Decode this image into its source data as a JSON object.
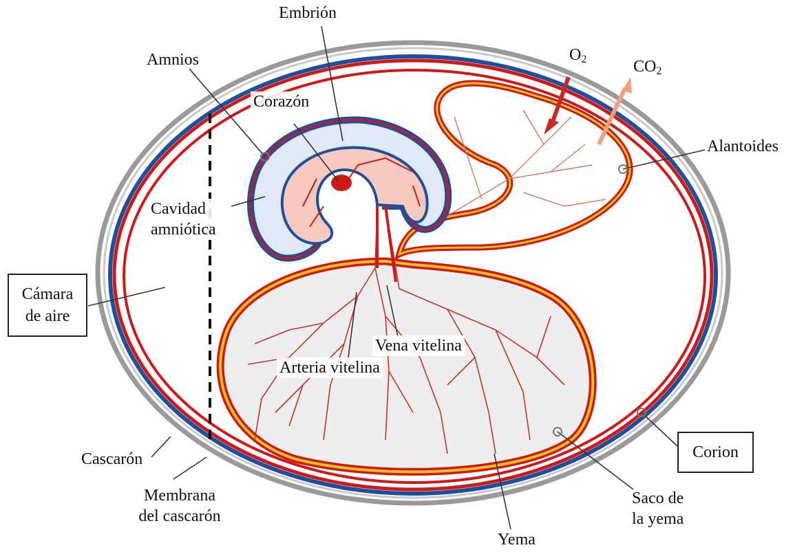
{
  "labels": {
    "embrion": "Embrión",
    "amnios": "Amnios",
    "corazon": "Corazón",
    "o2_base": "O",
    "o2_sub": "2",
    "co2_base": "CO",
    "co2_sub": "2",
    "alantoides": "Alantoides",
    "cavidad_amniotica": "Cavidad\namniótica",
    "camara_de_aire": "Cámara\nde aire",
    "vena_vitelina": "Vena vitelina",
    "arteria_vitelina": "Arteria vitelina",
    "cascaron": "Cascarón",
    "membrana_del_cascaron": "Membrana\ndel cascarón",
    "corion": "Corion",
    "saco_de_la_yema": "Saco de\nla yema",
    "yema": "Yema"
  },
  "colors": {
    "shell_gray": "#9a9a9a",
    "membrane_blue": "#1e4f9c",
    "vessel_red": "#d01818",
    "yolk_sac_yellow": "#e8c21e",
    "amniotic_fluid": "#dfe9f7",
    "yolk_fill": "#eeeeee",
    "embryo_pink": "#f7c9bf"
  }
}
